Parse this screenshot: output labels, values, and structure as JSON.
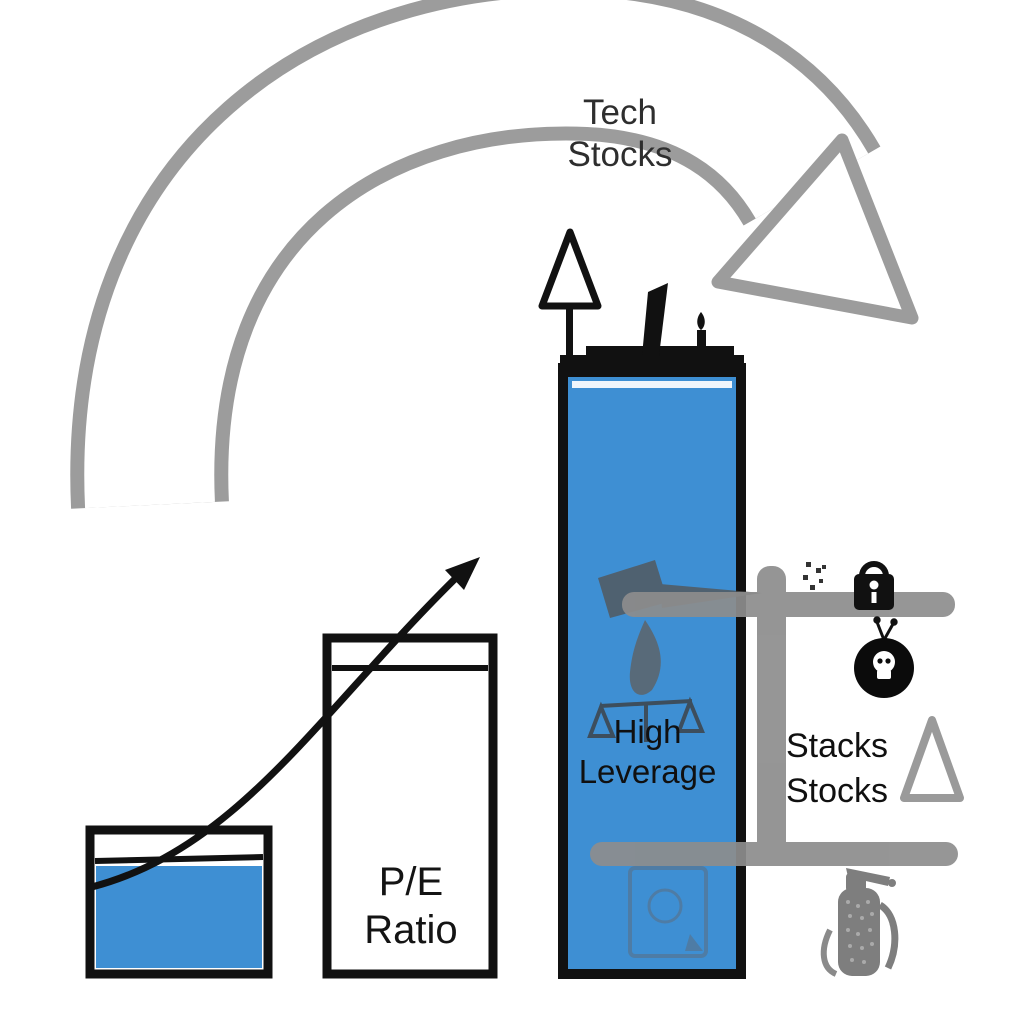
{
  "diagram": {
    "title_hint": "stock-market concept diagram with bar chart, sweeping arrow and leverage icons"
  },
  "labels": {
    "tech_stocks": {
      "lines": [
        "Tech",
        "Stocks"
      ]
    },
    "pe_ratio": {
      "lines": [
        "P/E",
        "Ratio"
      ]
    },
    "high_leverage": {
      "lines": [
        "High",
        "Leverage"
      ]
    },
    "stacks_stocks": {
      "lines": [
        "Stacks",
        "Stocks"
      ]
    }
  },
  "colors": {
    "bar_fill": "#3e8fd3",
    "sweep_arrow_gray": "#9c9c9c",
    "structure_gray": "#8d8d8d",
    "ink": "#111111",
    "faint_icon": "#5c6e80"
  },
  "icons": {
    "sweep_arrow": "large hollow gray arrow curving over the top toward lower-right",
    "trend_arrow": "thin black rising curved arrow",
    "triangle_flag": "outlined triangle pennant on pole atop tall bar",
    "blade": "black blade silhouette on tall bar top",
    "candle": "black candle with flame on tall bar top",
    "watering_can": "faint gray pouring can inside tall bar",
    "flame": "faint gray flame inside tall bar",
    "balance_scale": "faint gray balance scale inside tall bar",
    "banknote": "faint banknote outline at tall bar bottom",
    "pixel_sparkle": "scatter of tiny dark pixels",
    "padlock": "black padlock with white dot",
    "antenna": "small antenna lines",
    "skull_coin": "black coin with white skull",
    "triangle_outline": "gray outlined triangle",
    "fire_extinguisher": "gray fire extinguisher with dotted body"
  }
}
